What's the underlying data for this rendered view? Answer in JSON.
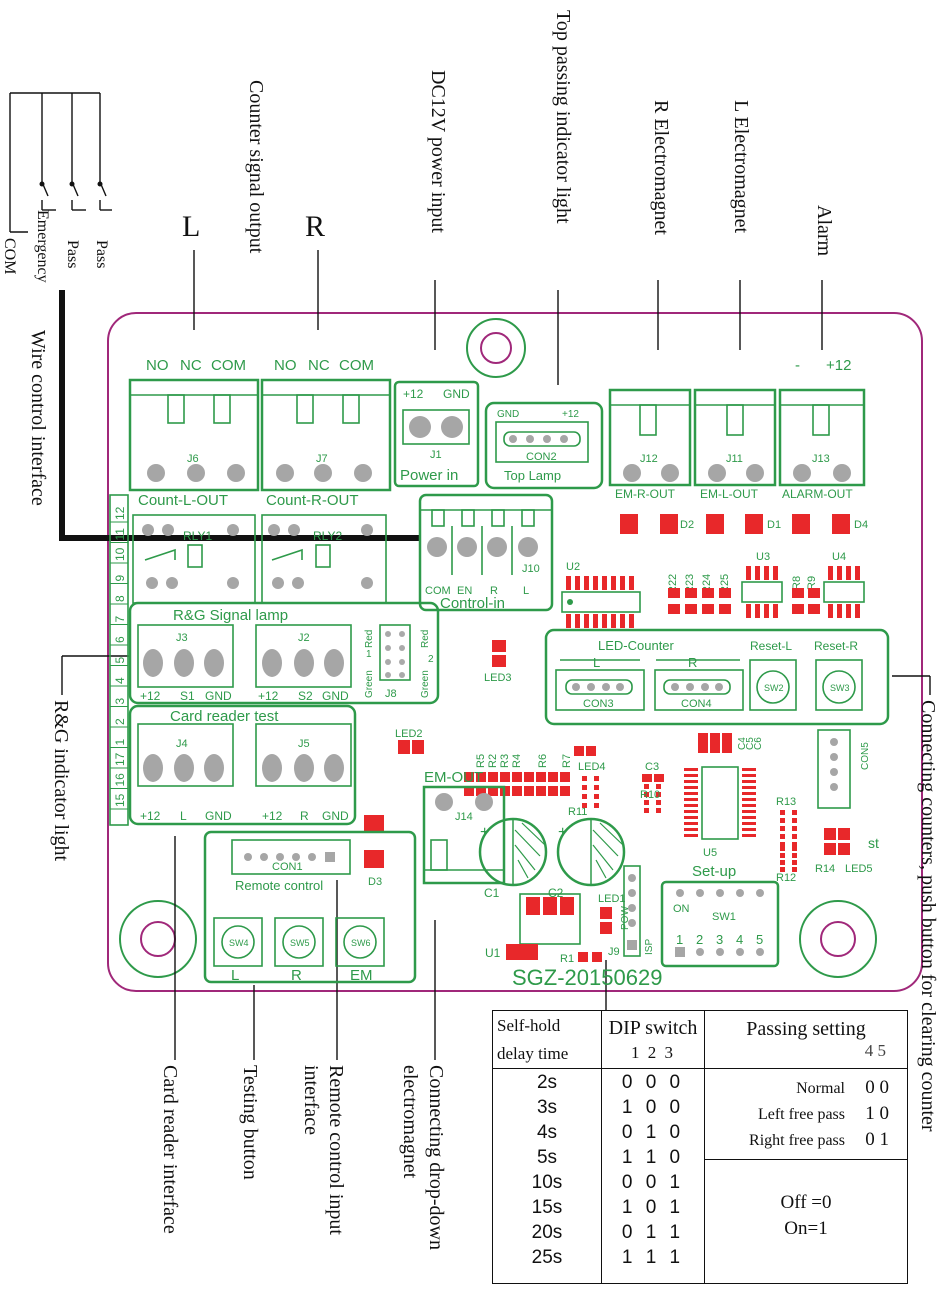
{
  "annotations": {
    "counter_signal_output": "Counter signal output",
    "dc12v_power_input": "DC12V power input",
    "top_passing_indicator": "Top passing indicator light",
    "r_electromagnet": "R Electromagnet",
    "l_electromagnet": "L Electromagnet",
    "alarm": "Alarm",
    "com": "COM",
    "emergency": "Emergency",
    "pass1": "Pass",
    "pass2": "Pass",
    "wire_control": "Wire control interface",
    "rg_indicator": "R&G indicator light",
    "card_reader_interface": "Card reader interface",
    "testing_button": "Testing button",
    "remote_control_input_1": "Remote control input",
    "remote_control_input_2": "interface",
    "drop_down_1": "Connecting drop-down",
    "drop_down_2": "electromagnet",
    "connecting_counters": "Connecting counters, push button for clearing counter",
    "big_L": "L",
    "big_R": "R"
  },
  "board": {
    "model": "SGZ-20150629",
    "j6_pins": [
      "NO",
      "NC",
      "COM"
    ],
    "j7_pins": [
      "NO",
      "NC",
      "COM"
    ],
    "j6": "J6",
    "j7": "J7",
    "count_l_out": "Count-L-OUT",
    "count_r_out": "Count-R-OUT",
    "rly1": "RLY1",
    "rly2": "RLY2",
    "j1_pins": [
      "+12",
      "GND"
    ],
    "j1": "J1",
    "power_in": "Power in",
    "con2_pins": [
      "GND",
      "+12"
    ],
    "con2": "CON2",
    "top_lamp": "Top Lamp",
    "j12": "J12",
    "j11": "J11",
    "j13": "J13",
    "em_r_out": "EM-R-OUT",
    "em_l_out": "EM-L-OUT",
    "alarm_out": "ALARM-OUT",
    "alarm_pins": [
      "-",
      "+12"
    ],
    "d2": "D2",
    "d1": "D1",
    "d4": "D4",
    "j10_pins": [
      "COM",
      "EN",
      "R",
      "L"
    ],
    "j10": "J10",
    "control_in": "Control-in",
    "side_numbers": [
      "12",
      "11",
      "10",
      "9",
      "8",
      "7",
      "6",
      "5",
      "4",
      "3",
      "2",
      "1",
      "17",
      "16",
      "15"
    ],
    "rg_signal_lamp": "R&G Signal lamp",
    "j3": "J3",
    "j2": "J2",
    "j8": "J8",
    "j3_pins": [
      "+12",
      "S1",
      "GND"
    ],
    "j2_pins": [
      "+12",
      "S2",
      "GND"
    ],
    "j8_labels": [
      "Red",
      "Red",
      "Green",
      "Green",
      "1",
      "2"
    ],
    "card_reader_test": "Card reader test",
    "j4": "J4",
    "j5": "J5",
    "j4_pins": [
      "+12",
      "L",
      "GND"
    ],
    "j5_pins": [
      "+12",
      "R",
      "GND"
    ],
    "u2": "U2",
    "u3": "U3",
    "u4": "U4",
    "u5": "U5",
    "r22": "R22",
    "r23": "R23",
    "r24": "R24",
    "r25": "R25",
    "r8": "R8",
    "r9": "R9",
    "led3": "LED3",
    "led2": "LED2",
    "led4": "LED4",
    "led5": "LED5",
    "led1": "LED1",
    "led_counter": "LED-Counter",
    "con3": "CON3",
    "con4": "CON4",
    "con5": "CON5",
    "lc_L": "L",
    "lc_R": "R",
    "reset_l": "Reset-L",
    "reset_r": "Reset-R",
    "sw2": "SW2",
    "sw3": "SW3",
    "r5": "R5",
    "r2": "R2",
    "r3": "R3",
    "r4": "R4",
    "r6": "R6",
    "r7": "R7",
    "r10": "R10",
    "r11": "R11",
    "r13": "R13",
    "r12": "R12",
    "r14": "R14",
    "r1": "R1",
    "c3": "C3",
    "c4": "C4",
    "c5": "C5",
    "c6": "C6",
    "c1": "C1",
    "c2": "C2",
    "st": "st",
    "em_out": "EM-OUT",
    "j14": "J14",
    "d3": "D3",
    "con1": "CON1",
    "remote_control": "Remote control",
    "sw4": "SW4",
    "sw5": "SW5",
    "sw6": "SW6",
    "btn_L": "L",
    "btn_R": "R",
    "btn_EM": "EM",
    "setup": "Set-up",
    "sw1": "SW1",
    "on": "ON",
    "sw1_nums": [
      "1",
      "2",
      "3",
      "4",
      "5"
    ],
    "u1": "U1",
    "j9": "J9",
    "isp": "ISP",
    "pow": "POW"
  },
  "dip_table": {
    "col1_header_1": "Self-hold",
    "col1_header_2": "delay time",
    "dip_switch": "DIP switch",
    "dip_nums": "1  2  3",
    "passing_setting": "Passing setting",
    "passing_nums": "4  5",
    "rows": [
      {
        "delay": "2s",
        "bits": "0 0 0"
      },
      {
        "delay": "3s",
        "bits": "1 0 0"
      },
      {
        "delay": "4s",
        "bits": "0 1 0"
      },
      {
        "delay": "5s",
        "bits": "1 1 0"
      },
      {
        "delay": "10s",
        "bits": "0 0 1"
      },
      {
        "delay": "15s",
        "bits": "1 0 1"
      },
      {
        "delay": "20s",
        "bits": "0 1 1"
      },
      {
        "delay": "25s",
        "bits": "1 1 1"
      }
    ],
    "passing_rows": [
      {
        "label": "Normal",
        "bits": "0 0"
      },
      {
        "label": "Left free pass",
        "bits": "1  0"
      },
      {
        "label": "Right free pass",
        "bits": "0  1"
      }
    ],
    "off": "Off =0",
    "on": "On=1"
  }
}
